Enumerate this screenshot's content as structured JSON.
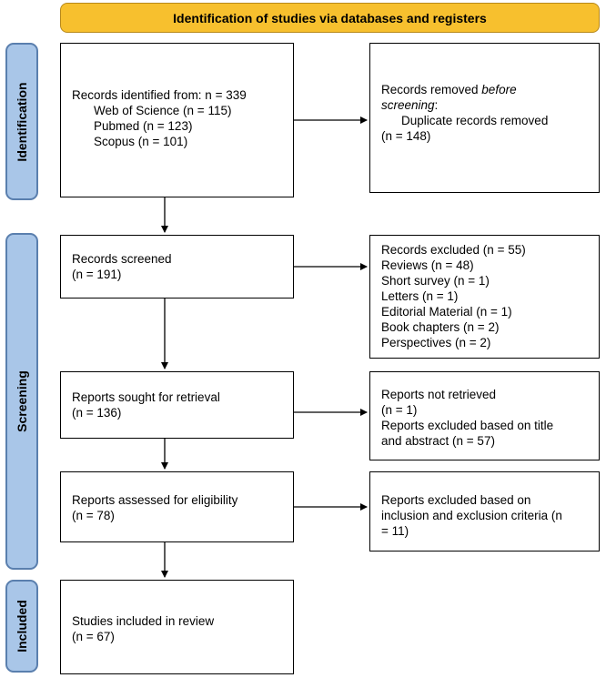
{
  "header": "Identification of studies via databases and registers",
  "phases": {
    "identification": "Identification",
    "screening": "Screening",
    "included": "Included"
  },
  "identified": {
    "line1": "Records identified from: n = 339",
    "wos": "Web of Science (n = 115)",
    "pubmed": "Pubmed (n = 123)",
    "scopus": "Scopus (n = 101)"
  },
  "removed": {
    "line1_pre": "Records removed ",
    "line1_em": "before",
    "line2_em": "screening",
    "line2_post": ":",
    "line3": "Duplicate records removed",
    "line4": "(n = 148)"
  },
  "screened": {
    "line1": "Records screened",
    "line2": "(n = 191)"
  },
  "excluded": {
    "items": [
      "Records excluded (n = 55)",
      "Reviews (n = 48)",
      "Short survey (n = 1)",
      "Letters (n = 1)",
      "Editorial Material (n = 1)",
      "Book chapters (n = 2)",
      "Perspectives (n = 2)"
    ]
  },
  "sought": {
    "line1": "Reports sought for retrieval",
    "line2": "(n = 136)"
  },
  "not_retrieved": {
    "line1": "Reports not retrieved",
    "line2": "(n = 1)",
    "line3": "Reports excluded based on title",
    "line4": "and abstract (n = 57)"
  },
  "assessed": {
    "line1": "Reports assessed for eligibility",
    "line2": "(n = 78)"
  },
  "eligibility_excluded": {
    "line1": "Reports excluded based on",
    "line2": "inclusion and exclusion criteria (n",
    "line3": "= 11)"
  },
  "included_box": {
    "line1": "Studies included in review",
    "line2": "(n = 67)"
  },
  "colors": {
    "header_fill": "#f7c02e",
    "phase_fill": "#a9c6e8",
    "phase_border": "#5a7fae"
  }
}
